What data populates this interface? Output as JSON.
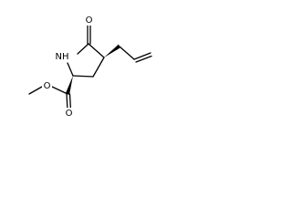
{
  "atoms": {
    "ring_oxygen": "O",
    "ring_nitrogen": "NH",
    "ester_carbonyl_oxygen": "O",
    "ester_ether_oxygen": "O"
  }
}
